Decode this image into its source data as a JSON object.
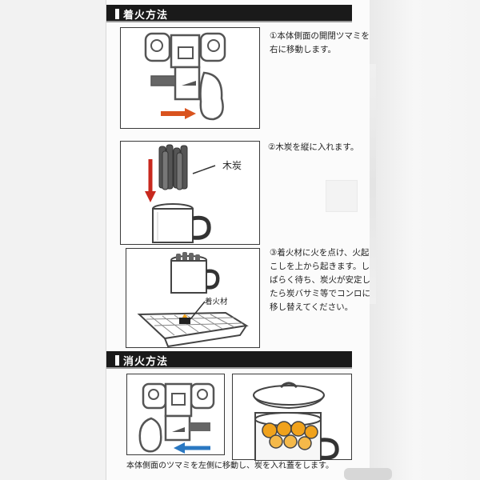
{
  "sections": {
    "ignite_title": "着火方法",
    "extinguish_title": "消火方法"
  },
  "steps": {
    "step1": "①本体側面の開閉ツマミを\n右に移動します。",
    "step2": "②木炭を縦に入れます。",
    "step3": "③着火材に火を点け、火起\nこしを上から起きます。し\nばらく待ち、炭火が安定し\nたら炭バサミ等でコンロに\n移し替えてください。"
  },
  "labels": {
    "charcoal": "木炭",
    "firestarter": "着火材"
  },
  "caption": "本体側面のツマミを左側に移動し、炭を入れ蓋をします。",
  "colors": {
    "orange_arrow": "#d9531e",
    "red_arrow": "#c8281e",
    "blue_arrow": "#2a78c2",
    "flame": "#f0a21c"
  }
}
